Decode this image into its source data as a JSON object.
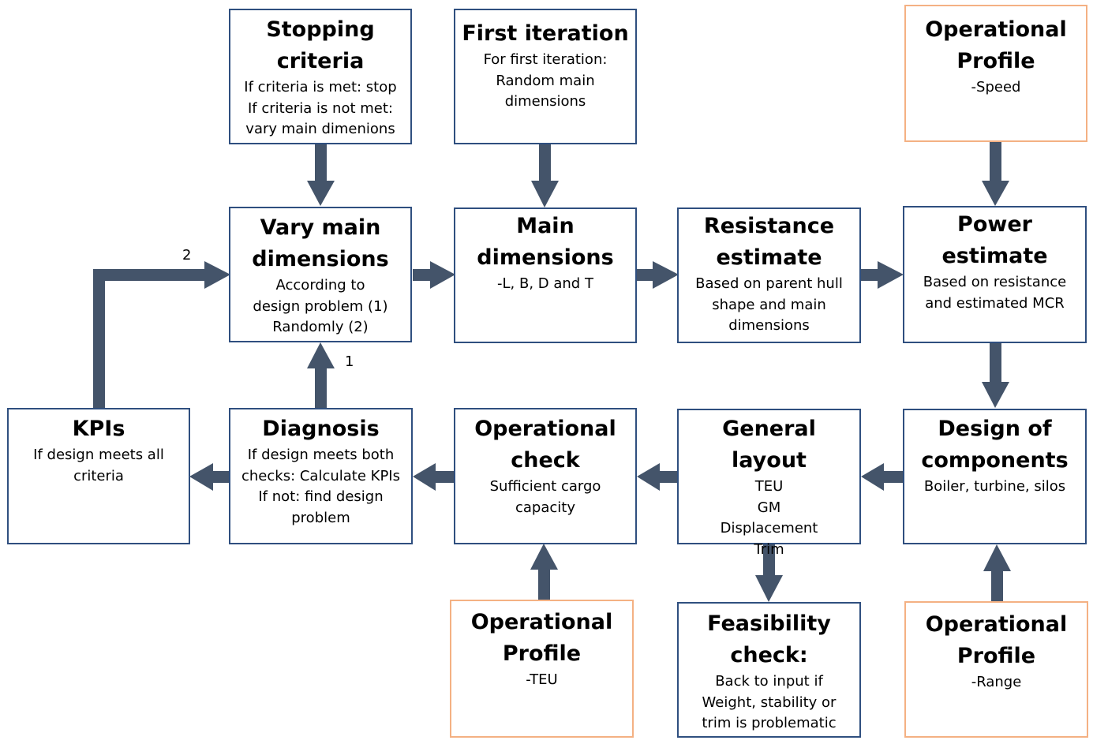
{
  "diagram": {
    "colors": {
      "box_border": "#2f4f7f",
      "profile_border": "#f4b183",
      "arrow": "#44546a"
    },
    "stopping": {
      "title": [
        "Stopping",
        "criteria"
      ],
      "text": [
        "If criteria is met: stop",
        "If criteria is not met:",
        "vary main dimenions"
      ]
    },
    "first": {
      "title": [
        "First iteration"
      ],
      "text": [
        "For first iteration:",
        "Random main",
        "dimensions"
      ]
    },
    "opspeed": {
      "title": [
        "Operational",
        "Profile"
      ],
      "text": [
        "-Speed"
      ]
    },
    "vary": {
      "title": [
        "Vary main",
        "dimensions"
      ],
      "text": [
        "According to",
        "design problem (1)",
        "Randomly (2)"
      ]
    },
    "main": {
      "title": [
        "Main",
        "dimensions"
      ],
      "text": [
        "-L, B, D and T"
      ]
    },
    "resistance": {
      "title": [
        "Resistance",
        "estimate"
      ],
      "text": [
        "Based on parent hull",
        "shape and main",
        "dimensions"
      ]
    },
    "power": {
      "title": [
        "Power",
        "estimate"
      ],
      "text": [
        "Based on resistance",
        "and estimated MCR"
      ]
    },
    "kpis": {
      "title": [
        "KPIs"
      ],
      "text": [
        "If design meets all",
        "criteria"
      ]
    },
    "diagnosis": {
      "title": [
        "Diagnosis"
      ],
      "text": [
        "If design meets both",
        "checks: Calculate KPIs",
        "If not: find design",
        "problem"
      ]
    },
    "opcheck": {
      "title": [
        "Operational",
        "check"
      ],
      "text": [
        "Sufficient cargo",
        "capacity"
      ]
    },
    "layout": {
      "title": [
        "General layout"
      ],
      "text": [
        "TEU",
        "GM",
        "Displacement",
        "Trim"
      ]
    },
    "components": {
      "title": [
        "Design of",
        "components"
      ],
      "text": [
        "Boiler, turbine, silos"
      ]
    },
    "opteu": {
      "title": [
        "Operational",
        "Profile"
      ],
      "text": [
        "-TEU"
      ]
    },
    "feasibility": {
      "title": [
        "Feasibility",
        "check:"
      ],
      "text": [
        "Back to input if",
        "Weight, stability or",
        "trim is problematic"
      ]
    },
    "oprange": {
      "title": [
        "Operational",
        "Profile"
      ],
      "text": [
        "-Range"
      ]
    },
    "label_2": "2",
    "label_1": "1"
  }
}
